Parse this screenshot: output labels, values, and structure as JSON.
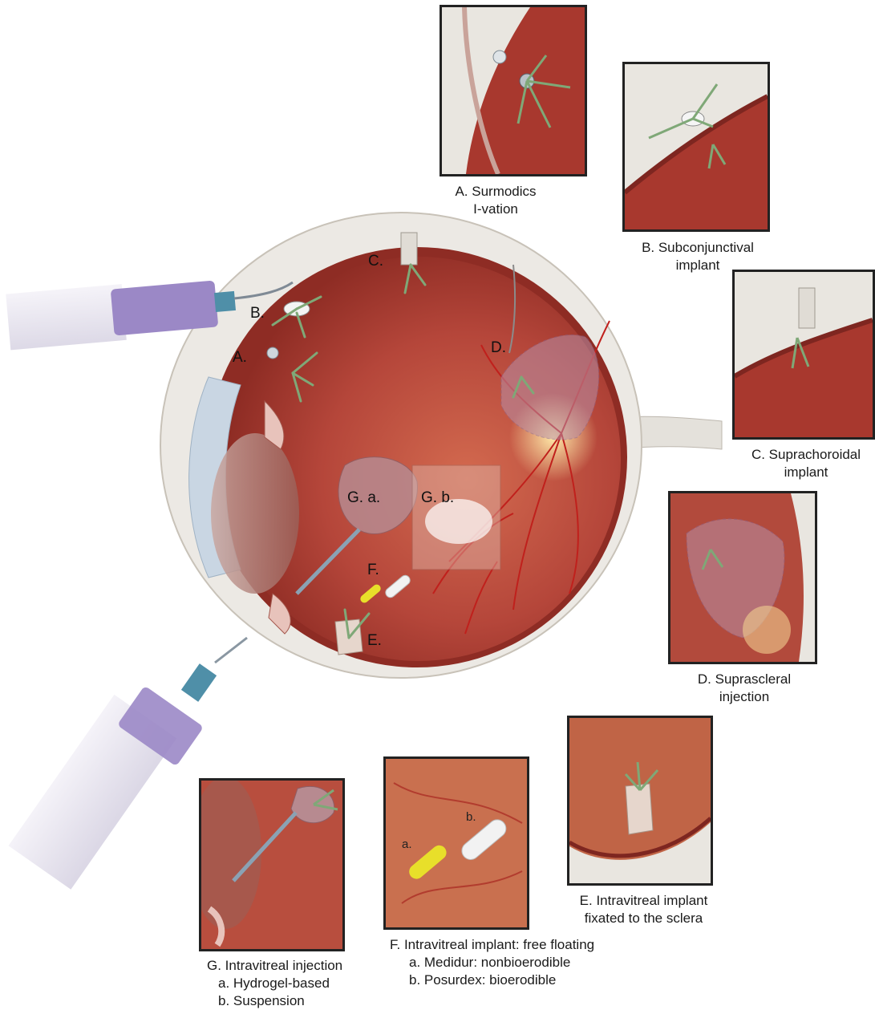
{
  "eye_labels": {
    "a": "A.",
    "b": "B.",
    "c": "C.",
    "d": "D.",
    "e": "E.",
    "f": "F.",
    "ga": "G. a.",
    "gb": "G. b."
  },
  "panels": {
    "a": {
      "line1": "A. Surmodics",
      "line2": "I-vation"
    },
    "b": {
      "line1": "B. Subconjunctival",
      "line2": "implant"
    },
    "c": {
      "line1": "C. Suprachoroidal",
      "line2": "implant"
    },
    "d": {
      "line1": "D. Suprascleral",
      "line2": "injection"
    },
    "e": {
      "line1": "E. Intravitreal implant",
      "line2": "fixated to the sclera"
    },
    "f": {
      "line1": "F. Intravitreal implant: free floating",
      "line2": "a. Medidur: nonbioerodible",
      "line3": "b. Posurdex: bioerodible",
      "sub_a": "a.",
      "sub_b": "b."
    },
    "g": {
      "line1": "G. Intravitreal injection",
      "line2": "a. Hydrogel-based",
      "line3": "b. Suspension"
    }
  },
  "colors": {
    "retina": "#b5463a",
    "retina_dark": "#8e2c24",
    "sclera": "#ece9e4",
    "vessel": "#c0201c",
    "implant_yellow": "#e8df2a",
    "implant_white": "#f2f2f2",
    "arrow": "#7fa877",
    "syringe": "#9b88c6",
    "needle_hub": "#4f8fa8",
    "panel_border": "#222222"
  },
  "icons": {
    "eye": "eye-cross-section-illustration",
    "syringe_top": "syringe-icon",
    "syringe_bottom": "syringe-icon",
    "arrow": "drug-diffusion-arrow-icon"
  }
}
